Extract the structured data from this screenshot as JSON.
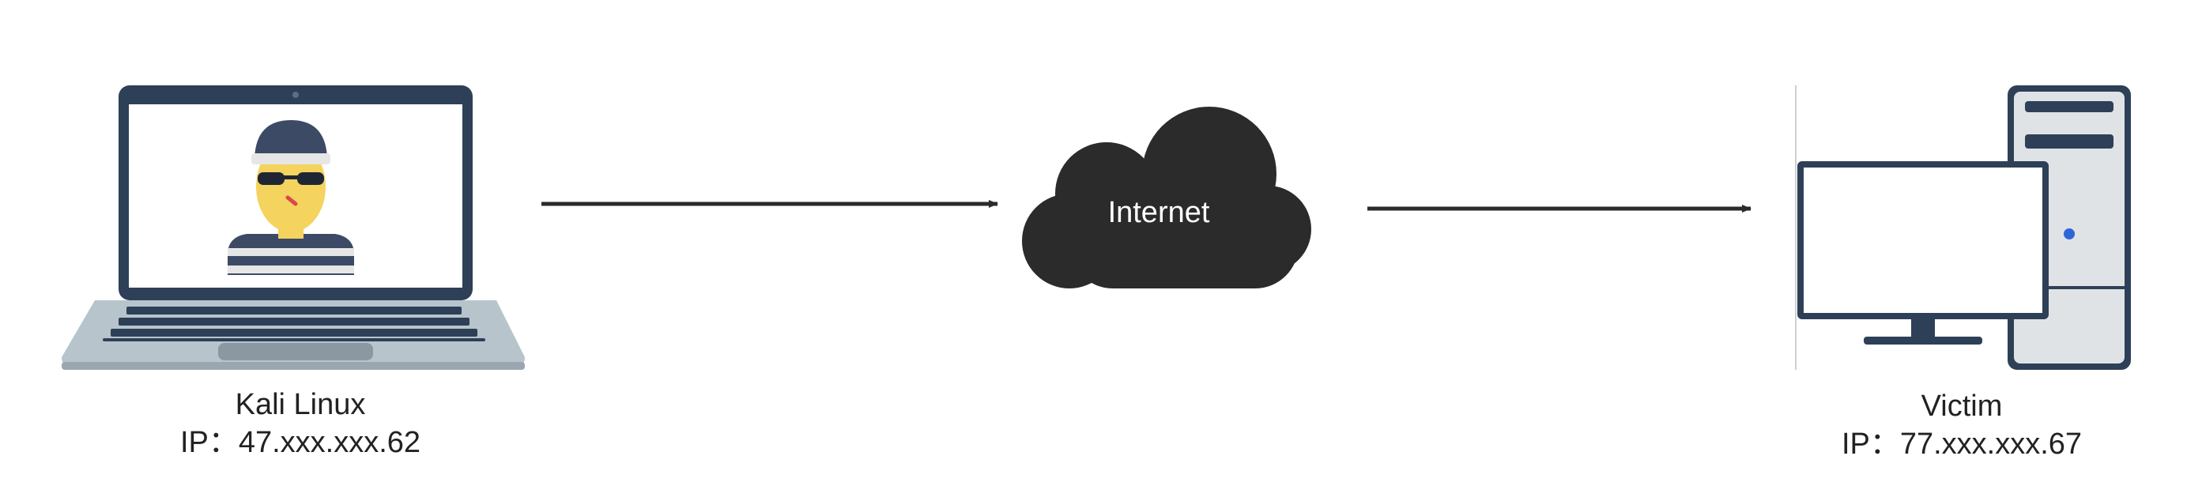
{
  "nodes": {
    "attacker": {
      "name": "Kali Linux",
      "ip_line": "IP：47.xxx.xxx.62",
      "icon": "hacker-laptop-icon"
    },
    "network": {
      "name": "Internet",
      "icon": "cloud-icon"
    },
    "victim": {
      "name": "Victim",
      "ip_line": "IP：77.xxx.xxx.67",
      "icon": "desktop-computer-icon"
    }
  },
  "edges": [
    {
      "from": "Kali Linux",
      "to": "Internet"
    },
    {
      "from": "Internet",
      "to": "Victim"
    }
  ],
  "colors": {
    "arrow": "#2b2b2b",
    "cloud": "#2b2b2b",
    "laptop_frame": "#2e4057",
    "laptop_base": "#b8c4cc",
    "hacker_face": "#f4d35e",
    "hacker_clothing": "#3d4a66",
    "tower": "#dfe3e6",
    "tower_frame": "#2e4057",
    "power_led": "#2e66d8"
  }
}
